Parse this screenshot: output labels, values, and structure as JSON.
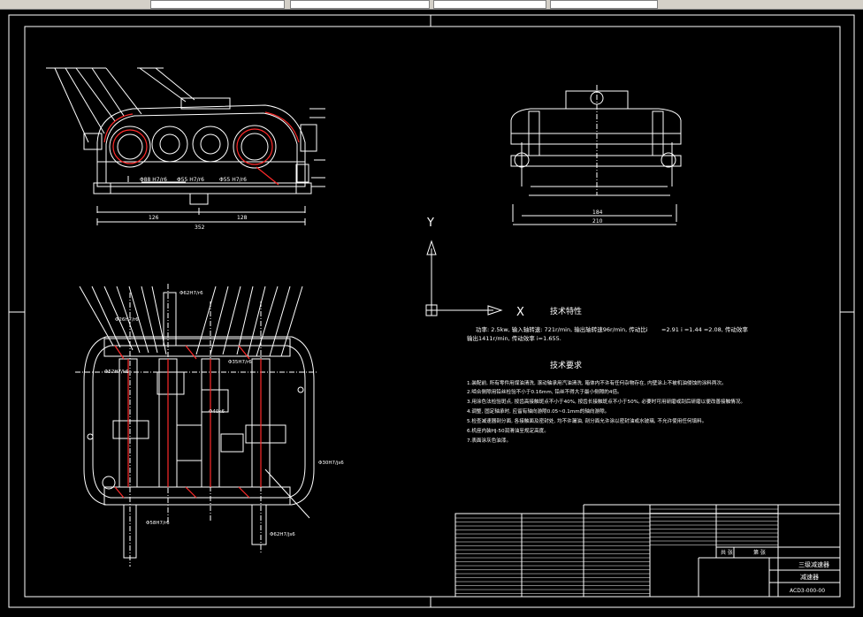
{
  "toolbar": {
    "fields": [
      "",
      "",
      "",
      ""
    ]
  },
  "colors": {
    "background": "#000000",
    "lines": "#ffffff",
    "accent_red": "#ff2a2a",
    "toolbar": "#d4d0c8"
  },
  "ucs": {
    "y_label": "Y",
    "x_label": "X"
  },
  "tech_spec": {
    "title": "技术特性",
    "line1": "功率: 2.5kw, 输入轴转速: 721r/min, 输出轴转速96r/min, 传动比i",
    "line1_right": "=2.91 i =1.44 =2.08, 传动效率",
    "line2": "输出1411r/min, 传动效率 i=1.655."
  },
  "tech_req": {
    "title": "技术要求",
    "items": [
      "1.装配前, 所有零件用煤油清洗, 滚动轴承用汽油清洗, 箱体内不许有任何杂物存在, 内壁涂上不被机油侵蚀的涂料两次。",
      "2.啮合侧隙用铅丝检验不小于0.16mm, 铅丝不得大于最小侧隙的4倍。",
      "3.用涂色法检验斑点, 按齿高接触斑点不小于40%, 按齿长接触斑点不小于50%, 必要时可用研磨或刮后研磨以便改善接触情况。",
      "4.调整, 固定轴承时, 应留有轴向游隙0.05~0.1mm的轴向游隙。",
      "5.检查减速器剖分面, 各接触面及密封处, 均不许漏油, 剖分面允许涂以密封油或水玻璃, 不允许使用任何填料。",
      "6.机座内装HJ-50润滑油至规定高度。",
      "7.表面涂灰色油漆。"
    ]
  },
  "dimensions": {
    "front_left": "126",
    "front_right": "128",
    "front_total": "352",
    "side_inner": "184",
    "side_total": "210",
    "gear_labels": [
      "Φ88 H7/r6",
      "Φ55 H7/r6",
      "Φ55 H7/r6"
    ]
  },
  "fits": [
    "Φ62H7/r6",
    "Φ26H7/r6",
    "Φ35H7/r6",
    "Φ52H7/k6",
    "Φ40k6",
    "Φ30H7/js6",
    "Φ58H7/r6",
    "Φ62H7/js6"
  ],
  "title_block": {
    "name": "三级减速器",
    "sub": "减速器",
    "drawing_no": "ACD3-000-00",
    "col_a": "共 张",
    "col_b": "第 张"
  }
}
